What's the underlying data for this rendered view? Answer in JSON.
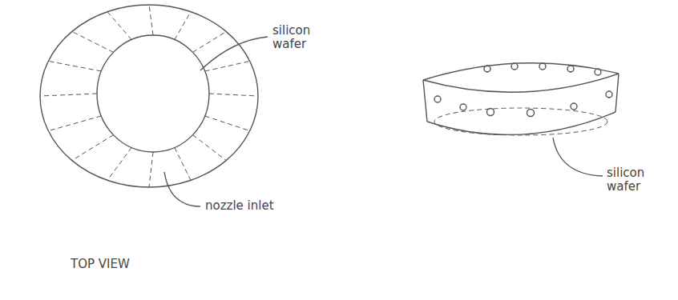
{
  "diagram": {
    "labels": [
      "silicon wafer",
      "nozzle inlet",
      "TOP VIEW",
      "silicon wafer"
    ]
  }
}
